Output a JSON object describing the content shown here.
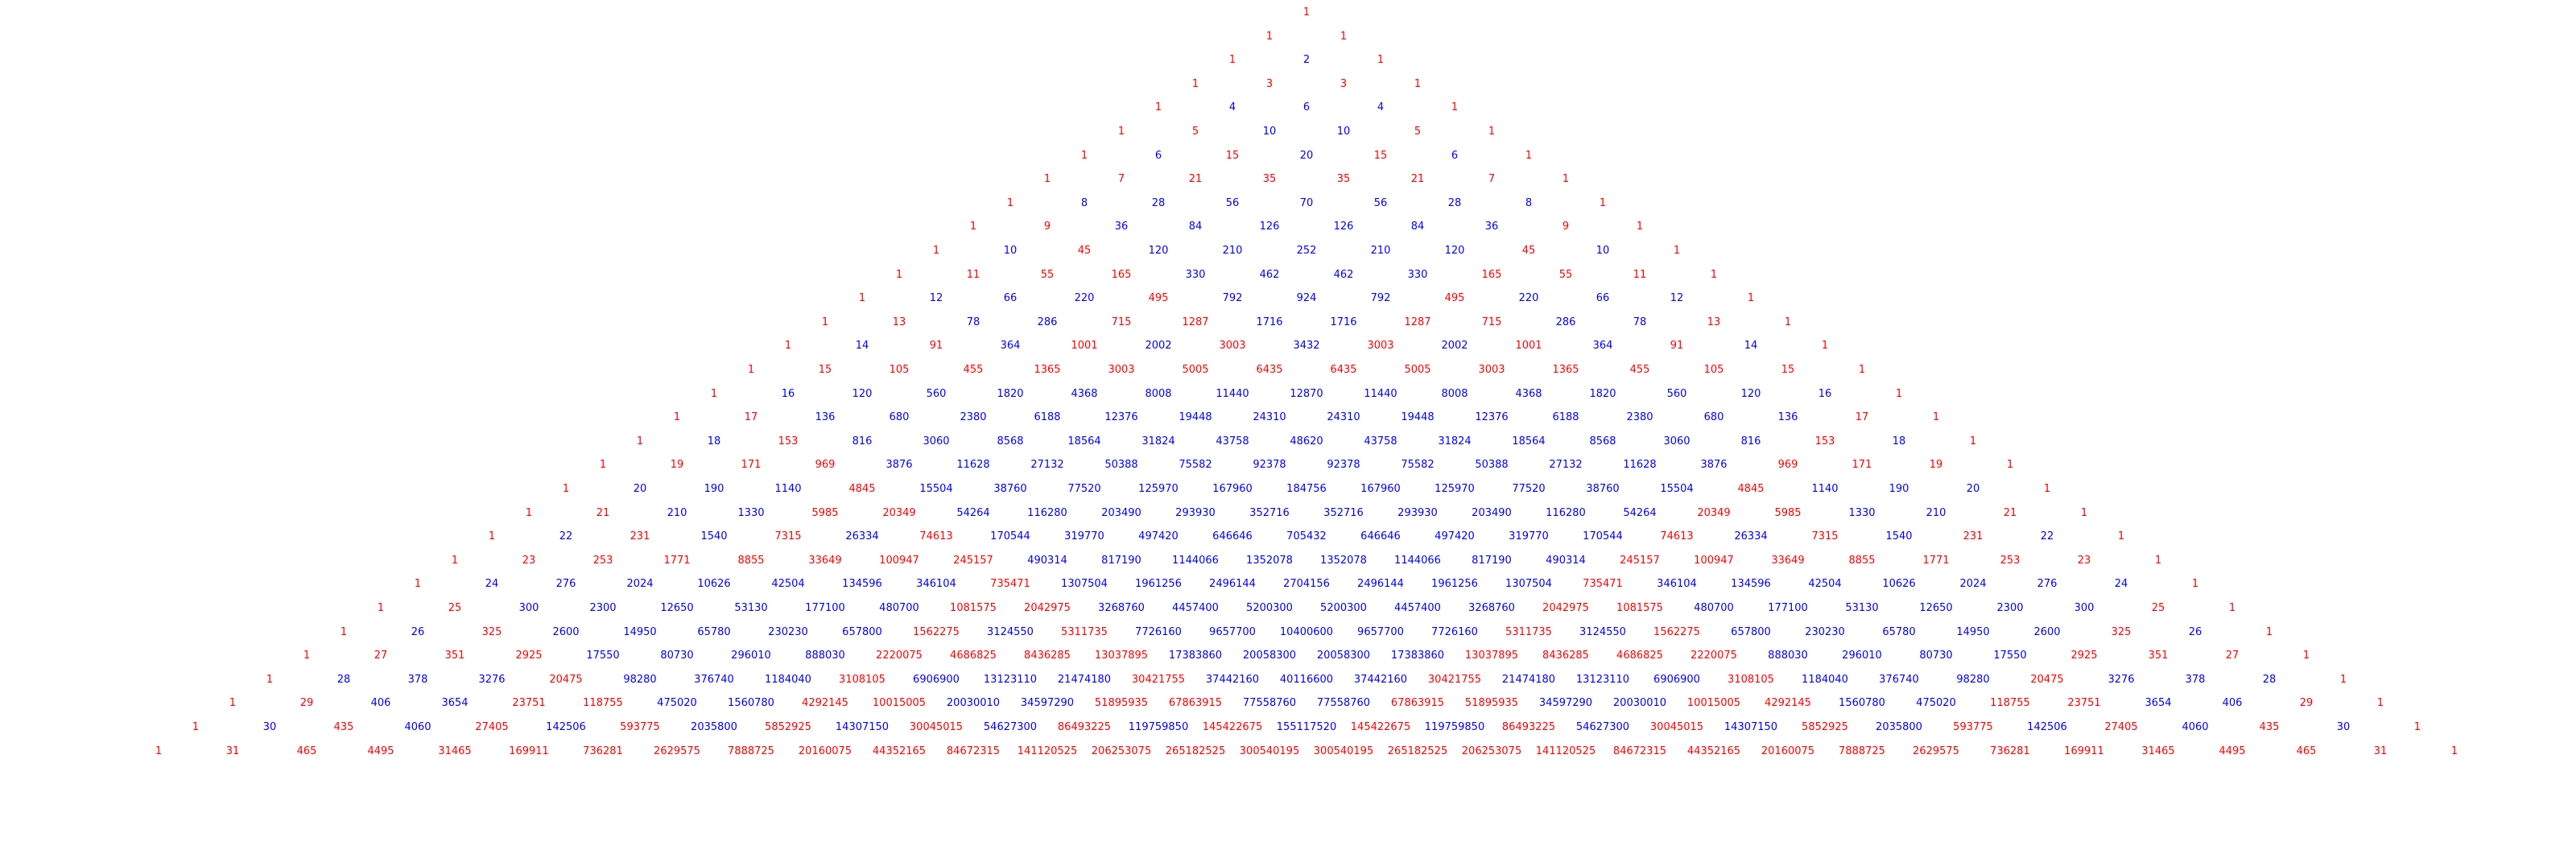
{
  "colors": {
    "odd": "#ff0000",
    "even": "#0000ff"
  },
  "rows": [
    [
      "1"
    ],
    [
      "1",
      "1"
    ],
    [
      "1",
      "2",
      "1"
    ],
    [
      "1",
      "3",
      "3",
      "1"
    ],
    [
      "1",
      "4",
      "6",
      "4",
      "1"
    ],
    [
      "1",
      "5",
      "10",
      "10",
      "5",
      "1"
    ],
    [
      "1",
      "6",
      "15",
      "20",
      "15",
      "6",
      "1"
    ],
    [
      "1",
      "7",
      "21",
      "35",
      "35",
      "21",
      "7",
      "1"
    ],
    [
      "1",
      "8",
      "28",
      "56",
      "70",
      "56",
      "28",
      "8",
      "1"
    ],
    [
      "1",
      "9",
      "36",
      "84",
      "126",
      "126",
      "84",
      "36",
      "9",
      "1"
    ],
    [
      "1",
      "10",
      "45",
      "120",
      "210",
      "252",
      "210",
      "120",
      "45",
      "10",
      "1"
    ],
    [
      "1",
      "11",
      "55",
      "165",
      "330",
      "462",
      "462",
      "330",
      "165",
      "55",
      "11",
      "1"
    ],
    [
      "1",
      "12",
      "66",
      "220",
      "495",
      "792",
      "924",
      "792",
      "495",
      "220",
      "66",
      "12",
      "1"
    ],
    [
      "1",
      "13",
      "78",
      "286",
      "715",
      "1287",
      "1716",
      "1716",
      "1287",
      "715",
      "286",
      "78",
      "13",
      "1"
    ],
    [
      "1",
      "14",
      "91",
      "364",
      "1001",
      "2002",
      "3003",
      "3432",
      "3003",
      "2002",
      "1001",
      "364",
      "91",
      "14",
      "1"
    ],
    [
      "1",
      "15",
      "105",
      "455",
      "1365",
      "3003",
      "5005",
      "6435",
      "6435",
      "5005",
      "3003",
      "1365",
      "455",
      "105",
      "15",
      "1"
    ],
    [
      "1",
      "16",
      "120",
      "560",
      "1820",
      "4368",
      "8008",
      "11440",
      "12870",
      "11440",
      "8008",
      "4368",
      "1820",
      "560",
      "120",
      "16",
      "1"
    ],
    [
      "1",
      "17",
      "136",
      "680",
      "2380",
      "6188",
      "12376",
      "19448",
      "24310",
      "24310",
      "19448",
      "12376",
      "6188",
      "2380",
      "680",
      "136",
      "17",
      "1"
    ],
    [
      "1",
      "18",
      "153",
      "816",
      "3060",
      "8568",
      "18564",
      "31824",
      "43758",
      "48620",
      "43758",
      "31824",
      "18564",
      "8568",
      "3060",
      "816",
      "153",
      "18",
      "1"
    ],
    [
      "1",
      "19",
      "171",
      "969",
      "3876",
      "11628",
      "27132",
      "50388",
      "75582",
      "92378",
      "92378",
      "75582",
      "50388",
      "27132",
      "11628",
      "3876",
      "969",
      "171",
      "19",
      "1"
    ],
    [
      "1",
      "20",
      "190",
      "1140",
      "4845",
      "15504",
      "38760",
      "77520",
      "125970",
      "167960",
      "184756",
      "167960",
      "125970",
      "77520",
      "38760",
      "15504",
      "4845",
      "1140",
      "190",
      "20",
      "1"
    ],
    [
      "1",
      "21",
      "210",
      "1330",
      "5985",
      "20349",
      "54264",
      "116280",
      "203490",
      "293930",
      "352716",
      "352716",
      "293930",
      "203490",
      "116280",
      "54264",
      "20349",
      "5985",
      "1330",
      "210",
      "21",
      "1"
    ],
    [
      "1",
      "22",
      "231",
      "1540",
      "7315",
      "26334",
      "74613",
      "170544",
      "319770",
      "497420",
      "646646",
      "705432",
      "646646",
      "497420",
      "319770",
      "170544",
      "74613",
      "26334",
      "7315",
      "1540",
      "231",
      "22",
      "1"
    ],
    [
      "1",
      "23",
      "253",
      "1771",
      "8855",
      "33649",
      "100947",
      "245157",
      "490314",
      "817190",
      "1144066",
      "1352078",
      "1352078",
      "1144066",
      "817190",
      "490314",
      "245157",
      "100947",
      "33649",
      "8855",
      "1771",
      "253",
      "23",
      "1"
    ],
    [
      "1",
      "24",
      "276",
      "2024",
      "10626",
      "42504",
      "134596",
      "346104",
      "735471",
      "1307504",
      "1961256",
      "2496144",
      "2704156",
      "2496144",
      "1961256",
      "1307504",
      "735471",
      "346104",
      "134596",
      "42504",
      "10626",
      "2024",
      "276",
      "24",
      "1"
    ],
    [
      "1",
      "25",
      "300",
      "2300",
      "12650",
      "53130",
      "177100",
      "480700",
      "1081575",
      "2042975",
      "3268760",
      "4457400",
      "5200300",
      "5200300",
      "4457400",
      "3268760",
      "2042975",
      "1081575",
      "480700",
      "177100",
      "53130",
      "12650",
      "2300",
      "300",
      "25",
      "1"
    ],
    [
      "1",
      "26",
      "325",
      "2600",
      "14950",
      "65780",
      "230230",
      "657800",
      "1562275",
      "3124550",
      "5311735",
      "7726160",
      "9657700",
      "10400600",
      "9657700",
      "7726160",
      "5311735",
      "3124550",
      "1562275",
      "657800",
      "230230",
      "65780",
      "14950",
      "2600",
      "325",
      "26",
      "1"
    ],
    [
      "1",
      "27",
      "351",
      "2925",
      "17550",
      "80730",
      "296010",
      "888030",
      "2220075",
      "4686825",
      "8436285",
      "13037895",
      "17383860",
      "20058300",
      "20058300",
      "17383860",
      "13037895",
      "8436285",
      "4686825",
      "2220075",
      "888030",
      "296010",
      "80730",
      "17550",
      "2925",
      "351",
      "27",
      "1"
    ],
    [
      "1",
      "28",
      "378",
      "3276",
      "20475",
      "98280",
      "376740",
      "1184040",
      "3108105",
      "6906900",
      "13123110",
      "21474180",
      "30421755",
      "37442160",
      "40116600",
      "37442160",
      "30421755",
      "21474180",
      "13123110",
      "6906900",
      "3108105",
      "1184040",
      "376740",
      "98280",
      "20475",
      "3276",
      "378",
      "28",
      "1"
    ],
    [
      "1",
      "29",
      "406",
      "3654",
      "23751",
      "118755",
      "475020",
      "1560780",
      "4292145",
      "10015005",
      "20030010",
      "34597290",
      "51895935",
      "67863915",
      "77558760",
      "77558760",
      "67863915",
      "51895935",
      "34597290",
      "20030010",
      "10015005",
      "4292145",
      "1560780",
      "475020",
      "118755",
      "23751",
      "3654",
      "406",
      "29",
      "1"
    ],
    [
      "1",
      "30",
      "435",
      "4060",
      "27405",
      "142506",
      "593775",
      "2035800",
      "5852925",
      "14307150",
      "30045015",
      "54627300",
      "86493225",
      "119759850",
      "145422675",
      "155117520",
      "145422675",
      "119759850",
      "86493225",
      "54627300",
      "30045015",
      "14307150",
      "5852925",
      "2035800",
      "593775",
      "142506",
      "27405",
      "4060",
      "435",
      "30",
      "1"
    ],
    [
      "1",
      "31",
      "465",
      "4495",
      "31465",
      "169911",
      "736281",
      "2629575",
      "7888725",
      "20160075",
      "44352165",
      "84672315",
      "141120525",
      "206253075",
      "265182525",
      "300540195",
      "300540195",
      "265182525",
      "206253075",
      "141120525",
      "84672315",
      "44352165",
      "20160075",
      "7888725",
      "2629575",
      "736281",
      "169911",
      "31465",
      "4495",
      "465",
      "31",
      "1"
    ]
  ]
}
